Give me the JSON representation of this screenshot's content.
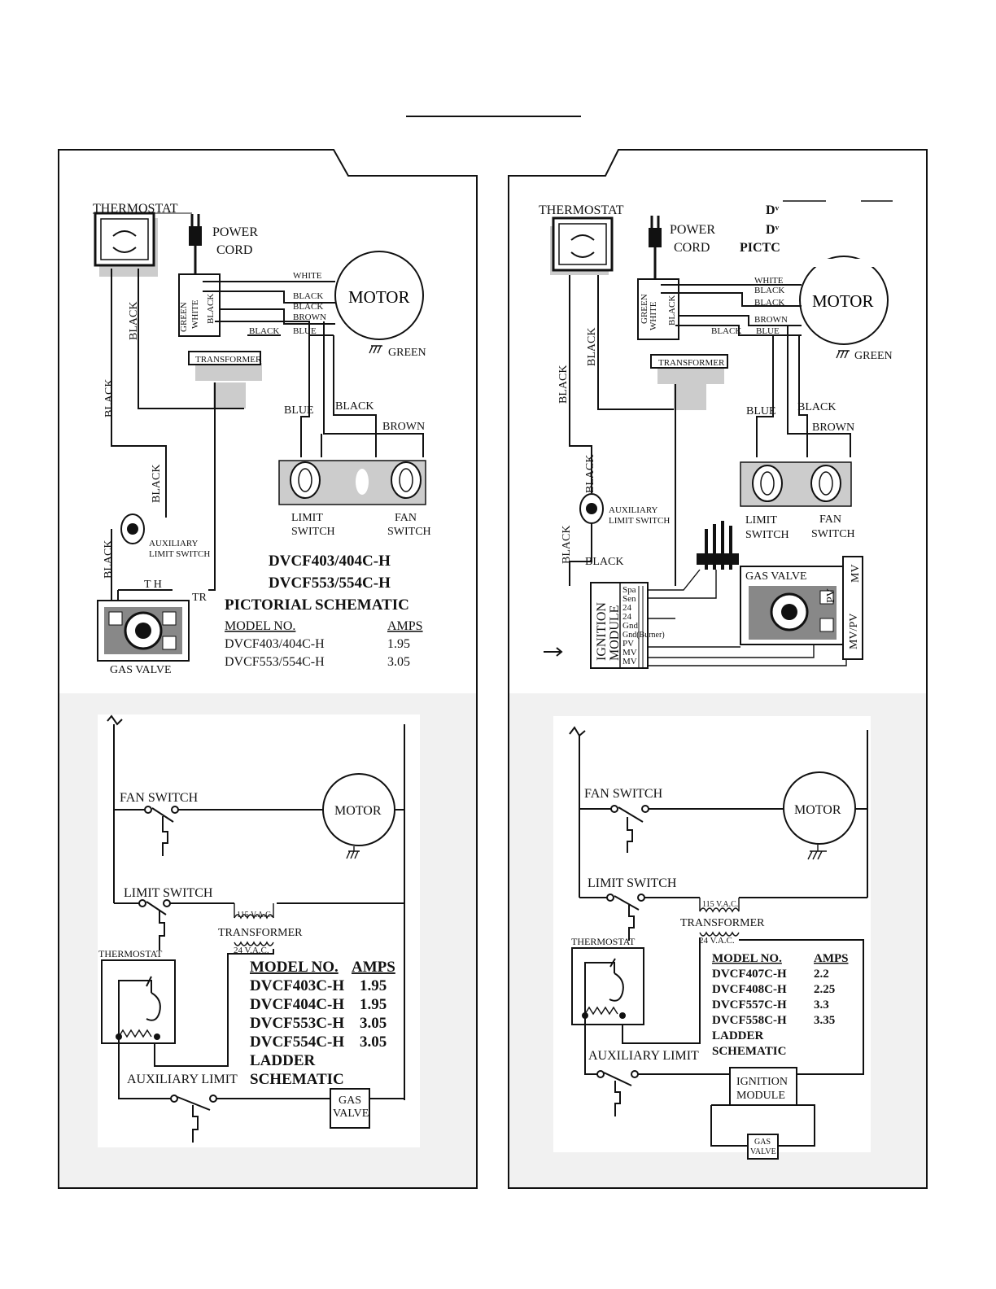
{
  "left_panel": {
    "pictorial": {
      "thermostat": "THERMOSTAT",
      "power_cord": [
        "POWER",
        "CORD"
      ],
      "motor": "MOTOR",
      "green": "GREEN",
      "transformer": "TRANSFORMER",
      "wires": {
        "white": "WHITE",
        "black1": "BLACK",
        "black2": "BLACK",
        "brown": "BROWN",
        "black3": "BLACK",
        "blue": "BLUE",
        "blue2": "BLUE",
        "black4": "BLACK",
        "brown2": "BROWN",
        "v_black1": "BLACK",
        "v_black2": "BLACK",
        "v_black3": "BLACK",
        "v_black4": "BLACK",
        "block_green": "GREEN",
        "block_white": "WHITE",
        "block_black": "BLACK"
      },
      "limit_switch": [
        "LIMIT",
        "SWITCH"
      ],
      "fan_switch": [
        "FAN",
        "SWITCH"
      ],
      "aux_limit": [
        "AUXILIARY",
        "LIMIT SWITCH"
      ],
      "th": "T H",
      "tr": "TR",
      "gas_valve": "GAS VALVE",
      "models_title": [
        "DVCF403/404C-H",
        "DVCF553/554C-H",
        "PICTORIAL SCHEMATIC"
      ],
      "table_header": [
        "MODEL NO.",
        "AMPS"
      ],
      "table_rows": [
        [
          "DVCF403/404C-H",
          "1.95"
        ],
        [
          "DVCF553/554C-H",
          "3.05"
        ]
      ]
    },
    "ladder": {
      "fan_switch": "FAN SWITCH",
      "motor": "MOTOR",
      "limit_switch": "LIMIT SWITCH",
      "v115": "115 V.A.C.",
      "transformer": "TRANSFORMER",
      "v24": "24 V.A.C.",
      "thermostat": "THERMOSTAT",
      "aux_limit": "AUXILIARY LIMIT",
      "gas_valve": [
        "GAS",
        "VALVE"
      ],
      "table_header": [
        "MODEL NO.",
        "AMPS"
      ],
      "table_rows": [
        [
          "DVCF403C-H",
          "1.95"
        ],
        [
          "DVCF404C-H",
          "1.95"
        ],
        [
          "DVCF553C-H",
          "3.05"
        ],
        [
          "DVCF554C-H",
          "3.05"
        ]
      ],
      "title": [
        "LADDER",
        "SCHEMATIC"
      ]
    }
  },
  "right_panel": {
    "pictorial": {
      "thermostat": "THERMOSTAT",
      "power_cord": [
        "POWER",
        "CORD"
      ],
      "cut_title": [
        "Dᵛ",
        "Dᵛ",
        "PICTC"
      ],
      "motor": "MOTOR",
      "green": "GREEN",
      "transformer": "TRANSFORMER",
      "wires": {
        "white": "WHITE",
        "black1": "BLACK",
        "black2": "BLACK",
        "brown": "BROWN",
        "black3": "BLACK",
        "blue": "BLUE",
        "blue2": "BLUE",
        "black4": "BLACK",
        "brown2": "BROWN",
        "v_black1": "BLACK",
        "v_black2": "BLACK",
        "v_black3": "BLACK",
        "v_black4": "BLACK",
        "h_black": "BLACK",
        "block_green": "GREEN",
        "block_white": "WHITE",
        "block_black": "BLACK"
      },
      "limit_switch": [
        "LIMIT",
        "SWITCH"
      ],
      "fan_switch": [
        "FAN",
        "SWITCH"
      ],
      "aux_limit": [
        "AUXILIARY",
        "LIMIT SWITCH"
      ],
      "gas_valve": "GAS VALVE",
      "pv": "PV",
      "mv": "MV",
      "mvpv": "MV/PV",
      "ignition_module": [
        "IGNITION",
        "MODULE"
      ],
      "terminals": [
        "Spa",
        "Sen",
        "24",
        "24",
        "Gnd",
        "Gnd(Burner)",
        "PV",
        "MV",
        "MV"
      ]
    },
    "ladder": {
      "fan_switch": "FAN SWITCH",
      "motor": "MOTOR",
      "limit_switch": "LIMIT SWITCH",
      "v115": "115 V.A.C.",
      "transformer": "TRANSFORMER",
      "v24": "24 V.A.C.",
      "thermostat": "THERMOSTAT",
      "aux_limit": "AUXILIARY LIMIT",
      "ignition_module": [
        "IGNITION",
        "MODULE"
      ],
      "gas_valve": [
        "GAS",
        "VALVE"
      ],
      "table_header": [
        "MODEL NO.",
        "AMPS"
      ],
      "table_rows": [
        [
          "DVCF407C-H",
          "2.2"
        ],
        [
          "DVCF408C-H",
          "2.25"
        ],
        [
          "DVCF557C-H",
          "3.3"
        ],
        [
          "DVCF558C-H",
          "3.35"
        ]
      ],
      "title": [
        "LADDER",
        "SCHEMATIC"
      ]
    }
  }
}
